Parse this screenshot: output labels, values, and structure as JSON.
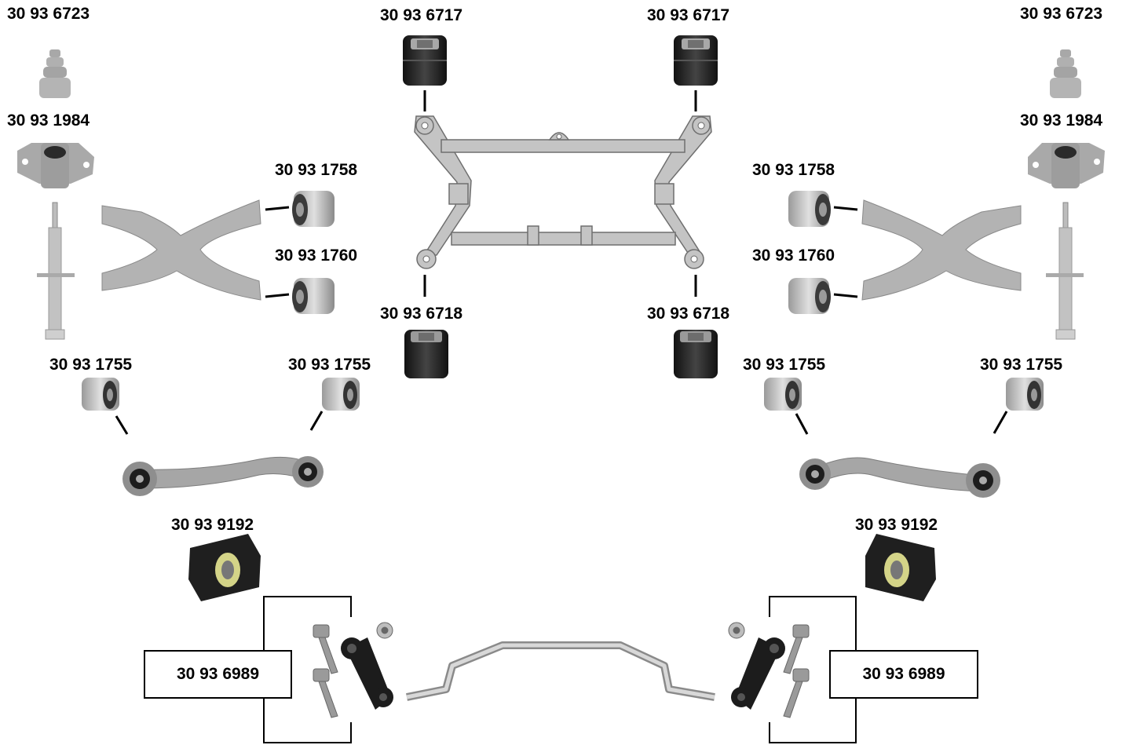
{
  "labels": {
    "l_6723": "30 93 6723",
    "r_6723": "30 93 6723",
    "l_1984": "30 93 1984",
    "r_1984": "30 93 1984",
    "l_6717": "30 93 6717",
    "r_6717": "30 93 6717",
    "l_1758": "30 93 1758",
    "r_1758": "30 93 1758",
    "l_1760": "30 93 1760",
    "r_1760": "30 93 1760",
    "l_6718": "30 93 6718",
    "r_6718": "30 93 6718",
    "l_1755_a": "30 93 1755",
    "l_1755_b": "30 93 1755",
    "r_1755_a": "30 93 1755",
    "r_1755_b": "30 93 1755",
    "l_9192": "30 93 9192",
    "r_9192": "30 93 9192",
    "l_6989": "30 93 6989",
    "r_6989": "30 93 6989"
  },
  "colors": {
    "part_gray": "#b5b5b5",
    "part_dark": "#3a3a3a",
    "rubber": "#1e1e1e",
    "metal_light": "#d9d9d9",
    "line": "#000000"
  }
}
